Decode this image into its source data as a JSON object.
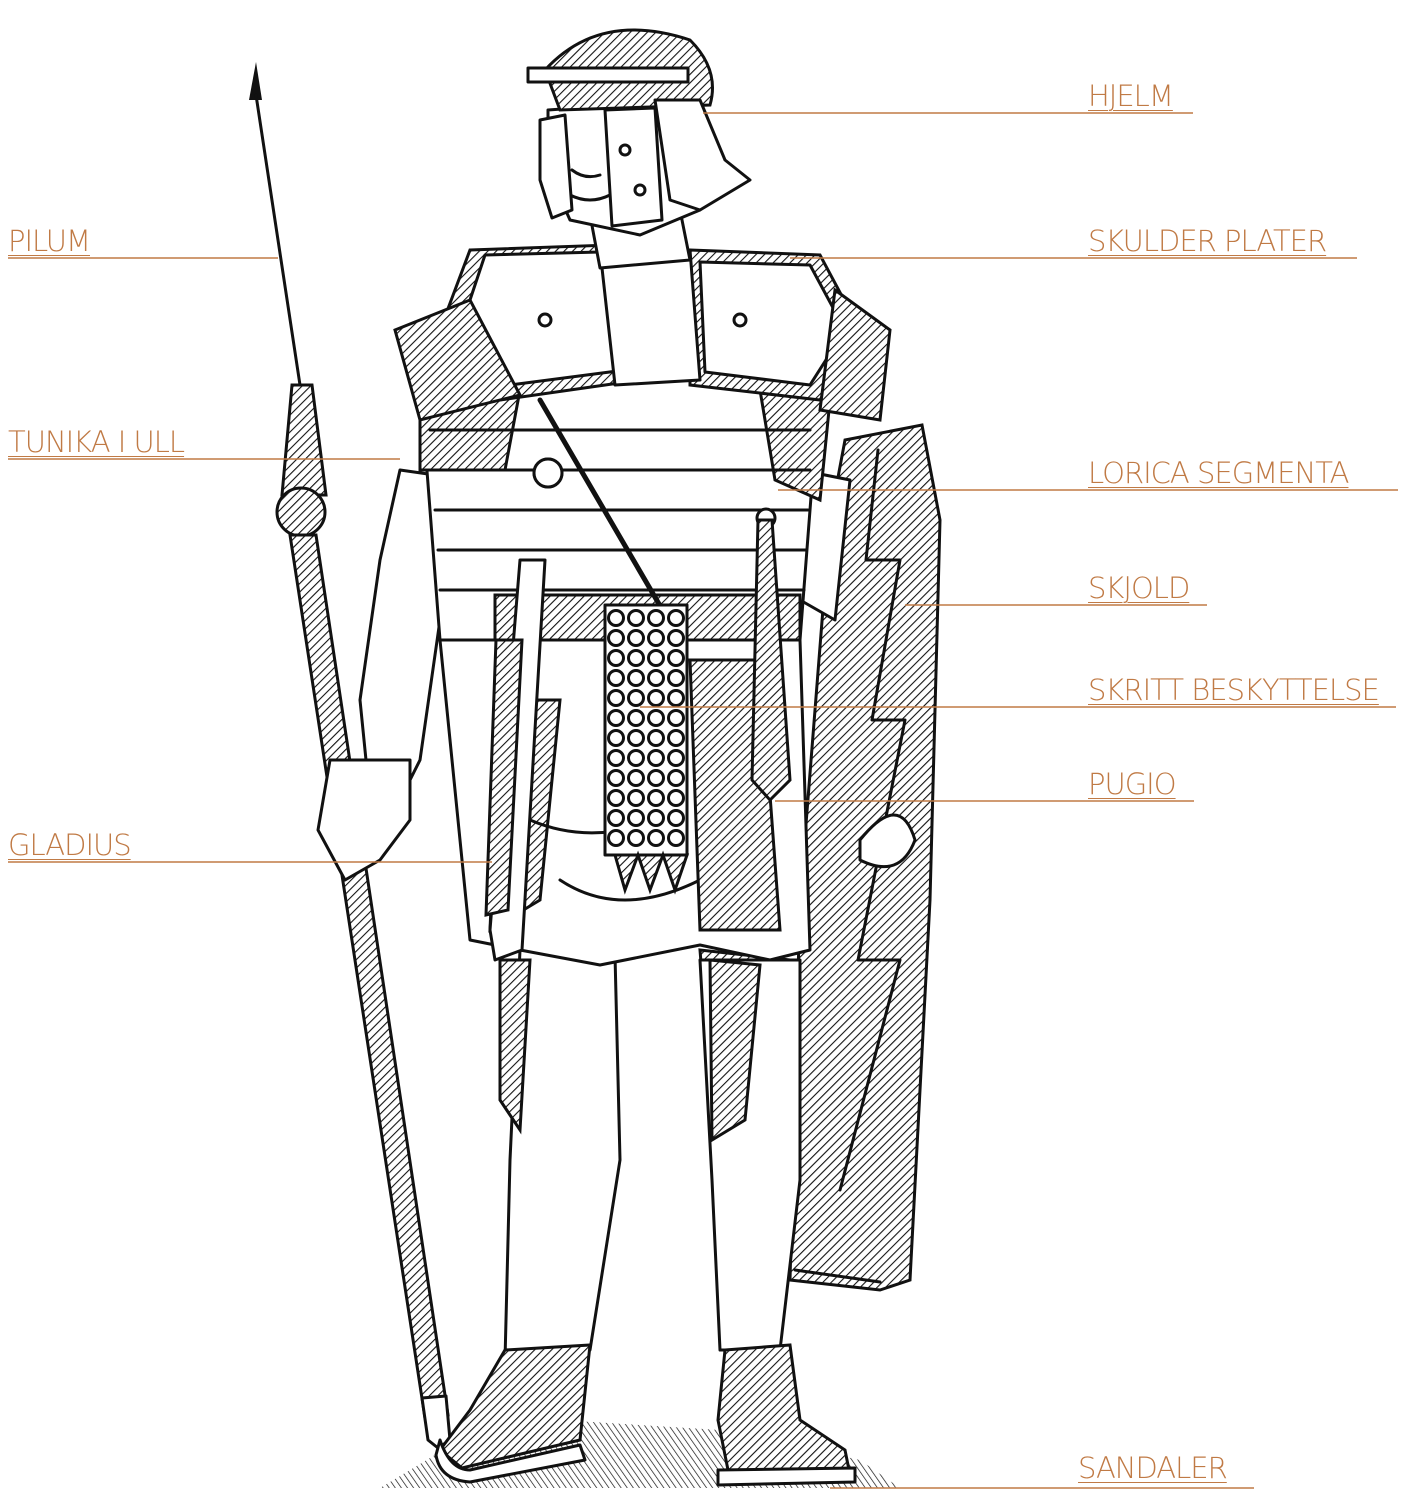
{
  "labels": {
    "hjelm": "HJELM",
    "pilum": "PILUM",
    "skulder_plater": "SKULDER PLATER",
    "tunika_i_ull": "TUNIKA I ULL",
    "lorica_segmenta": "LORICA SEGMENTA",
    "skjold": "SKJOLD",
    "skritt_beskyttelse": "SKRITT BESKYTTELSE",
    "pugio": "PUGIO",
    "gladius": "GLADIUS",
    "sandaler": "SANDALER"
  },
  "colors": {
    "label": "#c07a45",
    "ink": "#111111",
    "background": "#ffffff"
  }
}
